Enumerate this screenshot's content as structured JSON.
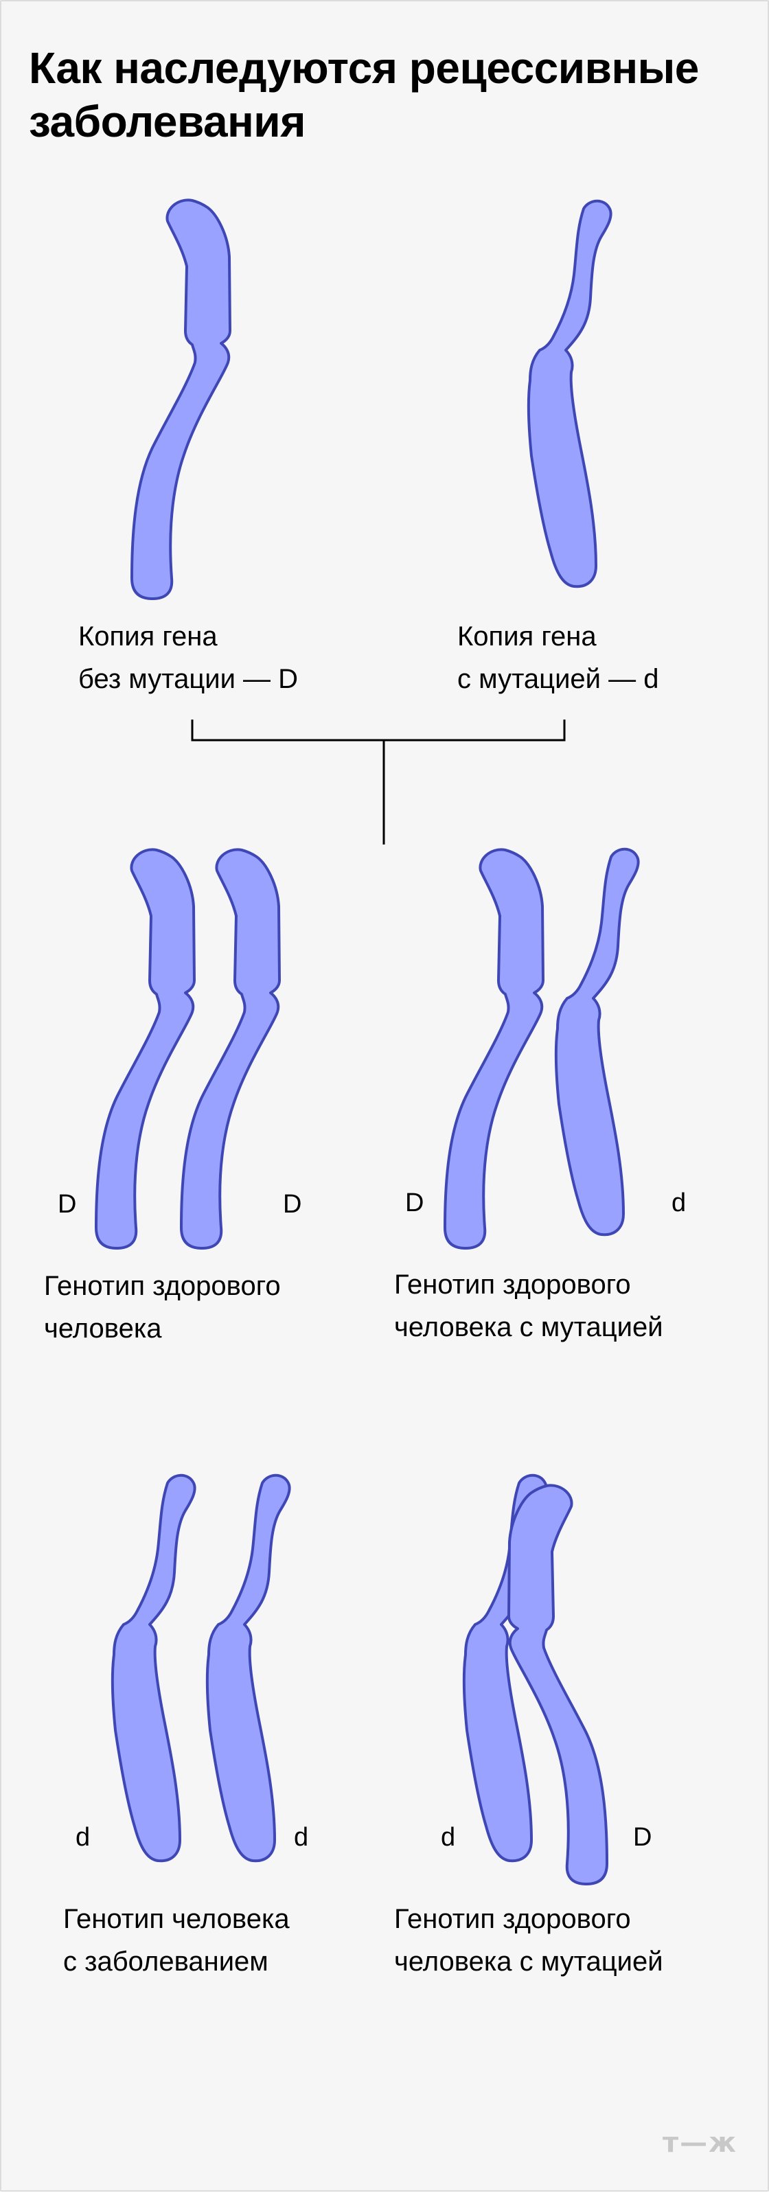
{
  "title": "Как наследуются рецессивные заболевания",
  "colors": {
    "chromosome_fill": "#99a3ff",
    "chromosome_stroke": "#3f47b5",
    "band_fill": "#c5cbee",
    "background": "#f6f6f6"
  },
  "parents": [
    {
      "label": "Копия гена\nбез мутации — D"
    },
    {
      "label": "Копия гена\nс мутацией — d"
    }
  ],
  "genotypes": [
    {
      "alleles": [
        "D",
        "D"
      ],
      "label": "Генотип здорового\nчеловека"
    },
    {
      "alleles": [
        "D",
        "d"
      ],
      "label": "Генотип здорового\nчеловека с мутацией"
    },
    {
      "alleles": [
        "d",
        "d"
      ],
      "label": "Генотип человека\nс заболеванием"
    },
    {
      "alleles": [
        "d",
        "D"
      ],
      "label": "Генотип здорового\nчеловека с мутацией"
    }
  ],
  "watermark": "т—ж"
}
